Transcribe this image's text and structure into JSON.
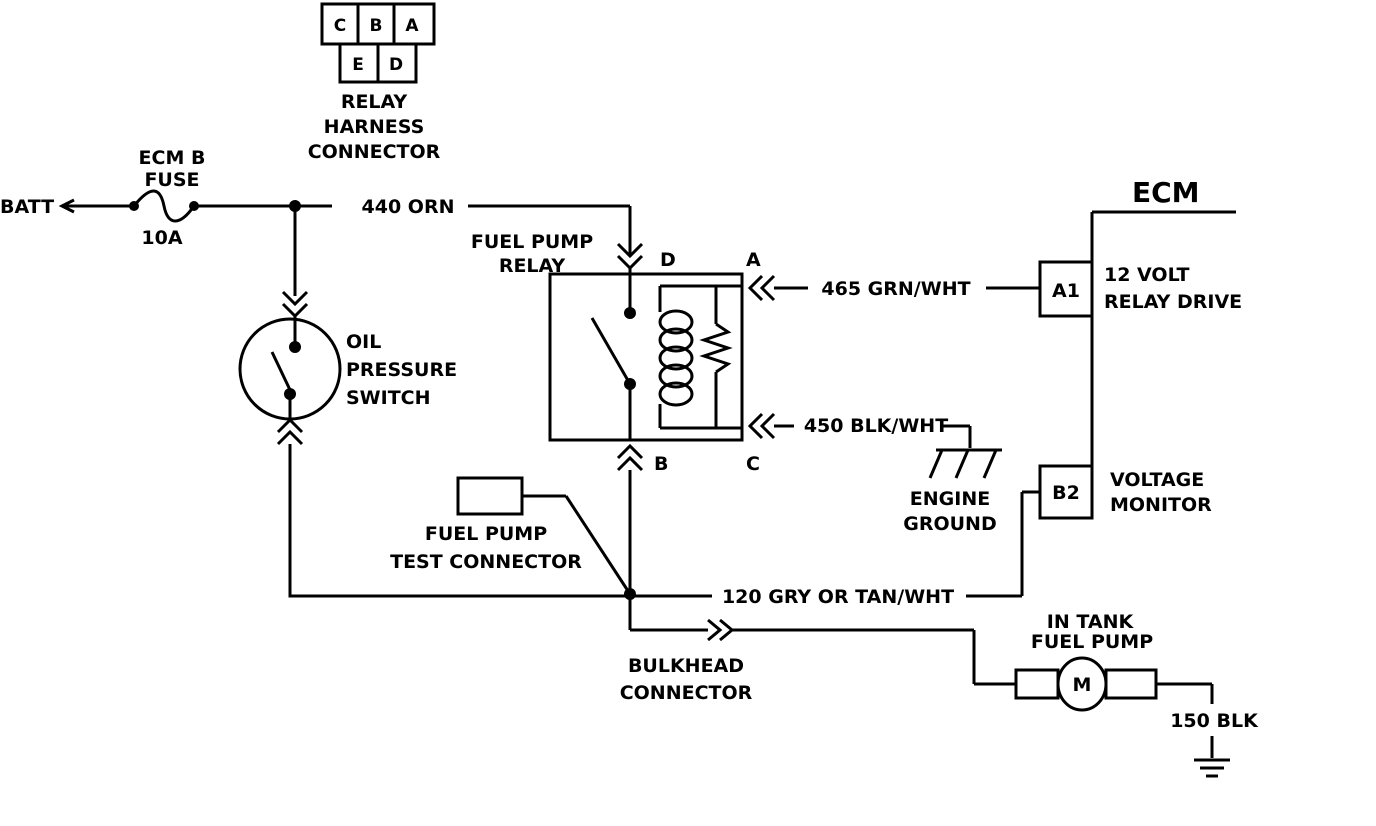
{
  "relay_connector": {
    "pins_top": [
      "C",
      "B",
      "A"
    ],
    "pins_bottom": [
      "E",
      "D"
    ],
    "label": [
      "RELAY",
      "HARNESS",
      "CONNECTOR"
    ]
  },
  "batt": "BATT",
  "fuse": {
    "name": [
      "ECM B",
      "FUSE"
    ],
    "rating": "10A"
  },
  "wires": {
    "w440": "440 ORN",
    "w465": "465 GRN/WHT",
    "w450": "450 BLK/WHT",
    "w120": "120 GRY OR TAN/WHT",
    "w150": "150 BLK"
  },
  "relay": {
    "label": [
      "FUEL PUMP",
      "RELAY"
    ],
    "pin_a": "A",
    "pin_b": "B",
    "pin_c": "C",
    "pin_d": "D"
  },
  "oil_switch": [
    "OIL",
    "PRESSURE",
    "SWITCH"
  ],
  "ecm": {
    "title": "ECM",
    "a1": "A1",
    "a1_desc": [
      "12 VOLT",
      "RELAY DRIVE"
    ],
    "b2": "B2",
    "b2_desc": [
      "VOLTAGE",
      "MONITOR"
    ]
  },
  "engine_ground": [
    "ENGINE",
    "GROUND"
  ],
  "test_connector": [
    "FUEL PUMP",
    "TEST CONNECTOR"
  ],
  "bulkhead": [
    "BULKHEAD",
    "CONNECTOR"
  ],
  "pump": {
    "label": [
      "IN TANK",
      "FUEL PUMP"
    ],
    "symbol": "M"
  }
}
